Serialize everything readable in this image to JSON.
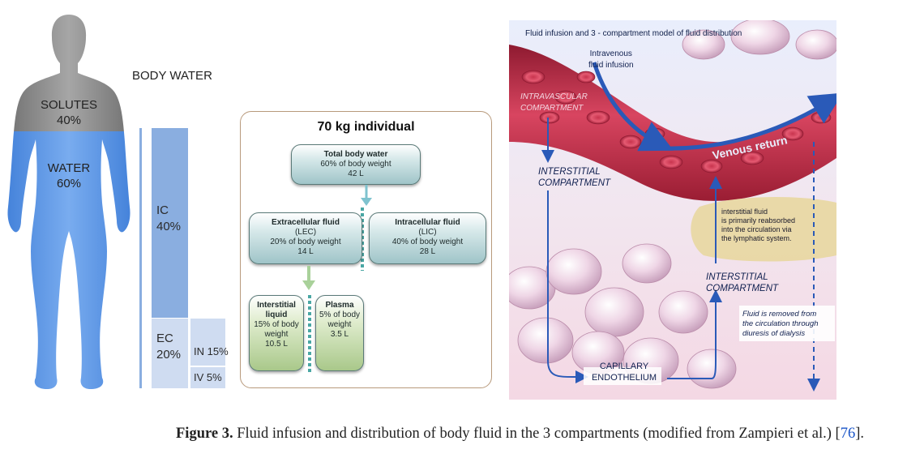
{
  "panel_a": {
    "title": "BODY WATER",
    "solutes_label": "SOLUTES",
    "solutes_pct": "40%",
    "water_label": "WATER",
    "water_pct": "60%",
    "ic_label": "IC",
    "ic_pct": "40%",
    "ec_label": "EC",
    "ec_pct": "20%",
    "in_label": "IN 15%",
    "iv_label": "IV 5%"
  },
  "panel_b": {
    "title": "70 kg individual",
    "total": {
      "name": "Total body water",
      "line1": "60% of body weight",
      "line2": "42 L"
    },
    "extracellular": {
      "name": "Extracellular fluid",
      "line1": "(LEC)",
      "line2": "20% of body weight",
      "line3": "14 L"
    },
    "intracellular": {
      "name": "Intracellular fluid",
      "line1": "(LIC)",
      "line2": "40% of body weight",
      "line3": "28 L"
    },
    "interstitial": {
      "name1": "Interstitial",
      "name2": "liquid",
      "line1": "15% of body",
      "line2": "weight",
      "line3": "10.5 L"
    },
    "plasma": {
      "name": "Plasma",
      "line1": "5% of body",
      "line2": "weight",
      "line3": "3.5 L"
    }
  },
  "panel_c": {
    "title": "Fluid infusion and 3 - compartment model of fluid distribution",
    "iv_infusion_1": "Intravenous",
    "iv_infusion_2": "fluid infusion",
    "intravascular_1": "INTRAVASCULAR",
    "intravascular_2": "COMPARTMENT",
    "interstitial_left_1": "INTERSTITIAL",
    "interstitial_left_2": "COMPARTMENT",
    "venous_return": "Venous return",
    "reabsorbed_1": "interstitial fluid",
    "reabsorbed_2": "is primarily reabsorbed",
    "reabsorbed_3": "into the circulation via",
    "reabsorbed_4": "the lymphatic system.",
    "interstitial_right_1": "INTERSTITIAL",
    "interstitial_right_2": "COMPARTMENT",
    "removed_1": "Fluid is removed from",
    "removed_2": "the circulation through",
    "removed_3": "diuresis of dialysis",
    "capillary_1": "CAPILLARY",
    "capillary_2": "ENDOTHELIUM"
  },
  "caption": {
    "label": "Figure 3.",
    "text": " Fluid infusion and distribution of body fluid in the 3 compartments (modified from Zampieri et al.) [",
    "ref": "76",
    "end": "]."
  },
  "colors": {
    "body_blue": "#5b95e3",
    "body_grey": "#8a8a8a",
    "bar_blue": "#8aaee0",
    "bar_light": "#cfdcf1",
    "vessel_red": "#b8243c",
    "arrow_blue": "#2a5ab8"
  }
}
